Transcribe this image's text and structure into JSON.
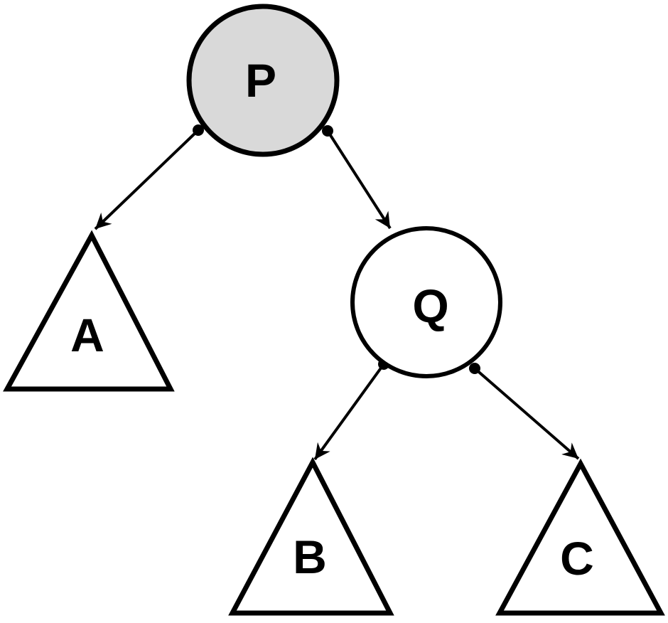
{
  "diagram": {
    "kind": "binary-tree",
    "colors": {
      "stroke": "#000000",
      "shaded_node_fill": "#d9d9d9",
      "plain_node_fill": "#ffffff",
      "background": "#ffffff"
    },
    "nodes": [
      {
        "id": "P",
        "label": "P",
        "shape": "circle",
        "shaded": true,
        "fill": "#d9d9d9"
      },
      {
        "id": "Q",
        "label": "Q",
        "shape": "circle",
        "shaded": false,
        "fill": "#ffffff"
      },
      {
        "id": "A",
        "label": "A",
        "shape": "triangle",
        "shaded": false,
        "fill": "#ffffff"
      },
      {
        "id": "B",
        "label": "B",
        "shape": "triangle",
        "shaded": false,
        "fill": "#ffffff"
      },
      {
        "id": "C",
        "label": "C",
        "shape": "triangle",
        "shaded": false,
        "fill": "#ffffff"
      }
    ],
    "edges": [
      {
        "from": "P",
        "to": "A",
        "marker_start": "dot",
        "marker_end": "arrow"
      },
      {
        "from": "P",
        "to": "Q",
        "marker_start": "dot",
        "marker_end": "arrow"
      },
      {
        "from": "Q",
        "to": "B",
        "marker_start": "dot",
        "marker_end": "arrow"
      },
      {
        "from": "Q",
        "to": "C",
        "marker_start": "dot",
        "marker_end": "arrow"
      }
    ]
  }
}
